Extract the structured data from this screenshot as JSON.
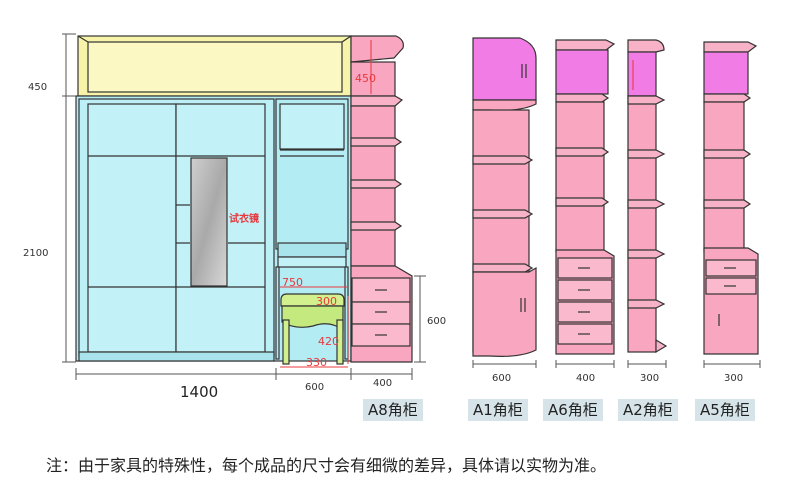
{
  "dimensions": {
    "top_height": "450",
    "main_height": "2100",
    "main_width": "1400",
    "dresser_width": "600",
    "corner_width": "400",
    "side_height": "600",
    "vanity_height": "750",
    "stool_height": "300",
    "stool_width": "420",
    "stool_depth": "330",
    "corner_top": "450",
    "a1_width": "600",
    "a6_width": "400",
    "a2_width": "300",
    "a5_width": "300"
  },
  "mirror_label": "试衣镜",
  "cabinet_labels": [
    "A8角柜",
    "A1角柜",
    "A6角柜",
    "A2角柜",
    "A5角柜"
  ],
  "note": "注：由于家具的特殊性，每个成品的尺寸会有细微的差异，具体请以实物为准。",
  "colors": {
    "top_yellow": "#f7f3a8",
    "wardrobe_blue": "#b4ecf4",
    "cabinet_pink": "#f9a6c0",
    "top_magenta": "#f27ce6",
    "stool_green": "#d2f18e",
    "mirror_gray": "#b4b4b4",
    "dim_red": "#e8383d"
  }
}
